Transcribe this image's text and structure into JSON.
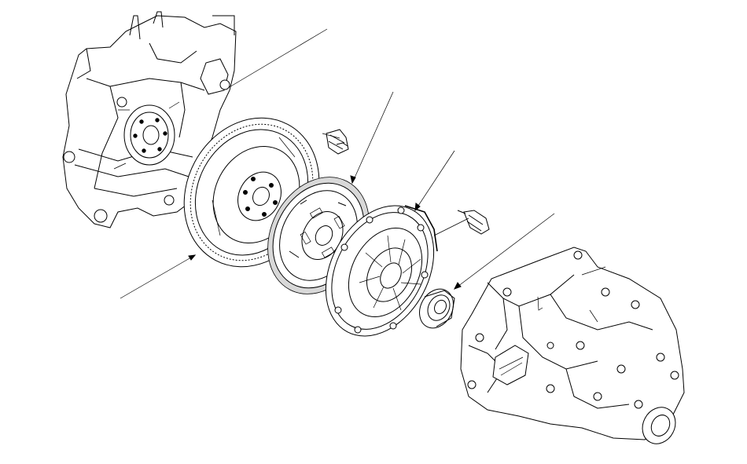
{
  "diagram": {
    "type": "exploded-parts-drawing",
    "components": [
      {
        "id": "engine-block",
        "icon": "engine-block-icon"
      },
      {
        "id": "flywheel",
        "icon": "flywheel-icon"
      },
      {
        "id": "flywheel-bolts",
        "icon": "bolt-icon"
      },
      {
        "id": "clutch-disc",
        "icon": "clutch-disc-icon"
      },
      {
        "id": "pressure-plate",
        "icon": "pressure-plate-icon"
      },
      {
        "id": "pressure-plate-bolts",
        "icon": "bolt-icon"
      },
      {
        "id": "release-bearing",
        "icon": "release-bearing-icon"
      },
      {
        "id": "transmission",
        "icon": "transmission-icon"
      }
    ],
    "callouts": [
      "flywheel-callout",
      "clutch-disc-callout",
      "pressure-plate-callout",
      "release-bearing-callout",
      "engine-callout"
    ],
    "line_color": "#000000",
    "background": "#ffffff"
  }
}
